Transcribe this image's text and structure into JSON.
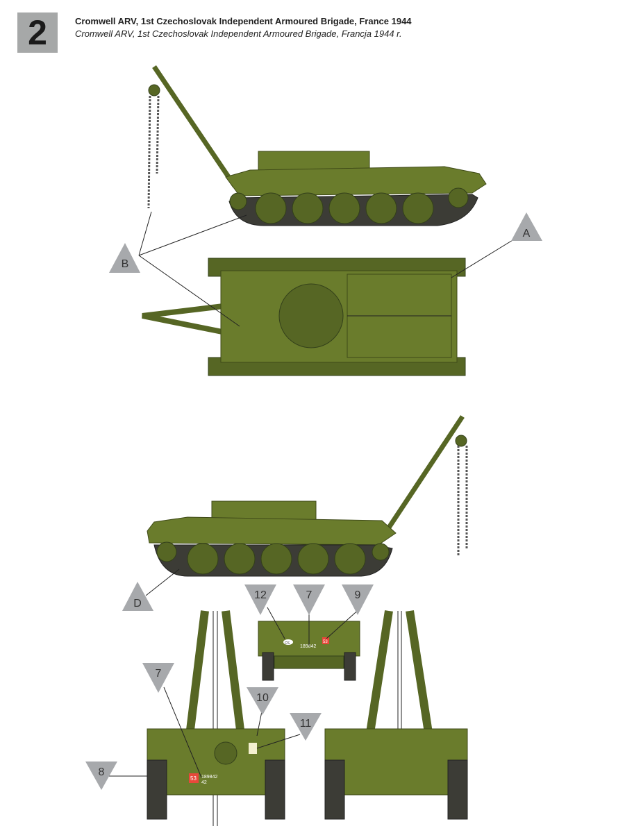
{
  "header": {
    "number": "2",
    "title": "Cromwell ARV, 1st Czechoslovak Independent Armoured Brigade, France 1944",
    "subtitle": "Cromwell ARV, 1st Czechoslovak Independent Armoured Brigade,  Francja 1944 r."
  },
  "callouts": {
    "a": "A",
    "b": "B",
    "d": "D",
    "c12": "12",
    "c7_top": "7",
    "c9": "9",
    "c7_rear": "7",
    "c10": "10",
    "c11": "11",
    "c8": "8"
  },
  "markings": {
    "cs_roundel": "CS",
    "serial": "189842",
    "unit_sign": "53",
    "tac_number": "42"
  },
  "colors": {
    "olive_drab": "#6a7c2c",
    "callout_grey": "#a7a9ac",
    "unit_red": "#e8483a"
  }
}
